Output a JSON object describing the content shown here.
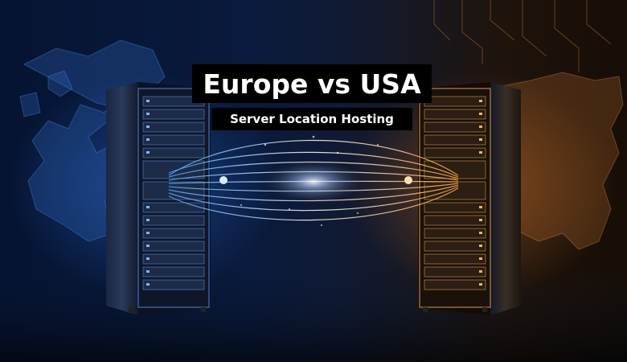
{
  "title": "Europe vs USA",
  "subtitle": "Server Location Hosting",
  "colors": {
    "europe_accent": "#3f8cff",
    "usa_accent": "#ff9a3c",
    "title_bg": "#000000",
    "title_fg": "#ffffff"
  },
  "illustration": {
    "left_panel": "europe-map-and-server-rack",
    "right_panel": "usa-map-and-server-rack",
    "center": "fiber-optic-light-connection"
  }
}
